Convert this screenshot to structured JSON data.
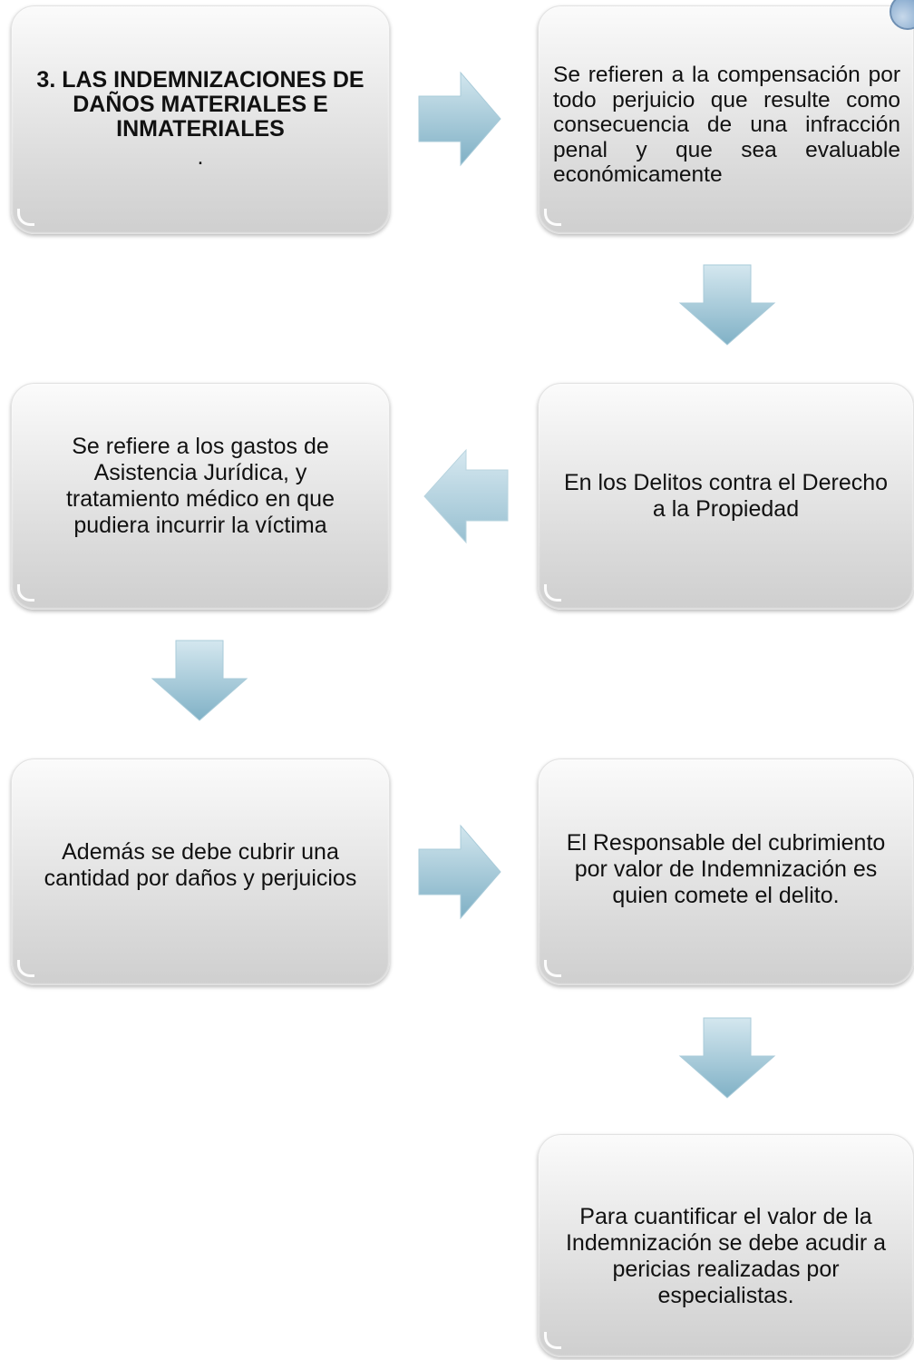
{
  "nodes": {
    "n1": {
      "heading": "3. LAS INDEMNIZACIONES DE DAÑOS MATERIALES E INMATERIALES",
      "dot": "."
    },
    "n2": {
      "text": "Se refieren a la compensación por todo perjuicio que resulte como consecuencia de una infracción penal y que sea evaluable económicamente"
    },
    "n3": {
      "text": "Se refiere a los gastos de Asistencia Jurídica, y tratamiento médico en que pudiera incurrir la víctima"
    },
    "n4": {
      "text": "En los Delitos contra el Derecho a la Propiedad"
    },
    "n5": {
      "text": "Además se debe cubrir una cantidad por daños y perjuicios"
    },
    "n6": {
      "text": "El Responsable del cubrimiento por valor de Indemnización es quien comete el delito."
    },
    "n7": {
      "text": "Para cuantificar el valor de la Indemnización se debe acudir a pericias realizadas por especialistas."
    }
  },
  "edges": [
    {
      "from": "n1",
      "to": "n2",
      "direction": "right"
    },
    {
      "from": "n2",
      "to": "n4",
      "direction": "down"
    },
    {
      "from": "n4",
      "to": "n3",
      "direction": "left"
    },
    {
      "from": "n3",
      "to": "n5",
      "direction": "down"
    },
    {
      "from": "n5",
      "to": "n6",
      "direction": "right"
    },
    {
      "from": "n6",
      "to": "n7",
      "direction": "down"
    }
  ],
  "colors": {
    "arrow_light": "#c6dde7",
    "arrow_dark": "#86b5c9",
    "box_top": "#fbfbfb",
    "box_bottom": "#cfcfcf",
    "text": "#111111"
  }
}
